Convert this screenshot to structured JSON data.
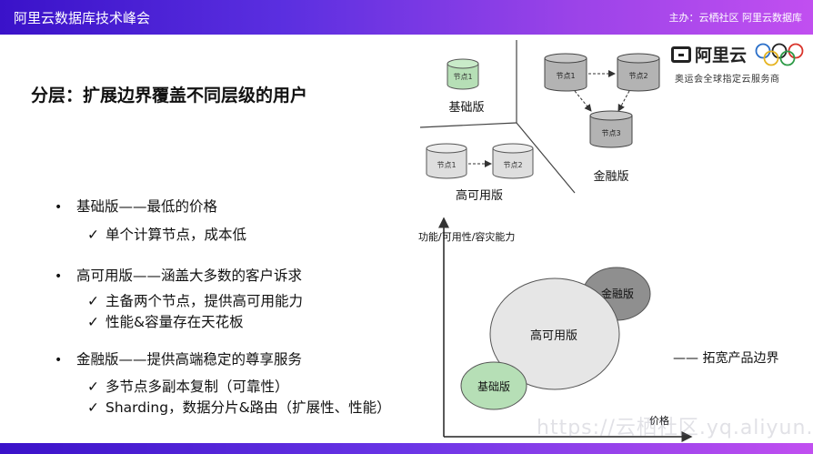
{
  "header": {
    "title": "阿里云数据库技术峰会",
    "host": "主办：云栖社区 阿里云数据库"
  },
  "slide": {
    "title": "分层：扩展边界覆盖不同层级的用户"
  },
  "bullets": [
    {
      "text": "基础版——最低的价格",
      "subs": [
        "单个计算节点，成本低"
      ]
    },
    {
      "text": "高可用版——涵盖大多数的客户诉求",
      "subs": [
        "主备两个节点，提供高可用能力",
        "性能&容量存在天花板"
      ]
    },
    {
      "text": "金融版——提供高端稳定的尊享服务",
      "subs": [
        "多节点多副本复制（可靠性）",
        "Sharding，数据分片&路由（扩展性、性能）"
      ]
    }
  ],
  "logo": {
    "brand": "阿里云",
    "tagline": "奥运会全球指定云服务商"
  },
  "diagram": {
    "basic": {
      "label": "基础版",
      "nodes": [
        "节点1"
      ]
    },
    "ha": {
      "label": "高可用版",
      "nodes": [
        "节点1",
        "节点2"
      ]
    },
    "finance": {
      "label": "金融版",
      "nodes": [
        "节点1",
        "节点2",
        "节点3"
      ]
    }
  },
  "chart": {
    "y_axis": "功能/可用性/容灾能力",
    "x_axis": "价格",
    "bubbles": [
      "金融版",
      "高可用版",
      "基础版"
    ],
    "boundary_label": "—— 拓宽产品边界"
  },
  "watermark": "https://云栖社区.yq.aliyun.com",
  "colors": {
    "topbar_start": "#3a12c9",
    "topbar_end": "#c14ff0",
    "bubble_basic": "#b6dfb6",
    "bubble_ha": "#e6e6e6",
    "bubble_finance": "#8f8f8f",
    "db_basic": "#b6dfb6",
    "db_gray": "#b3b3b3",
    "db_light": "#dedede"
  }
}
